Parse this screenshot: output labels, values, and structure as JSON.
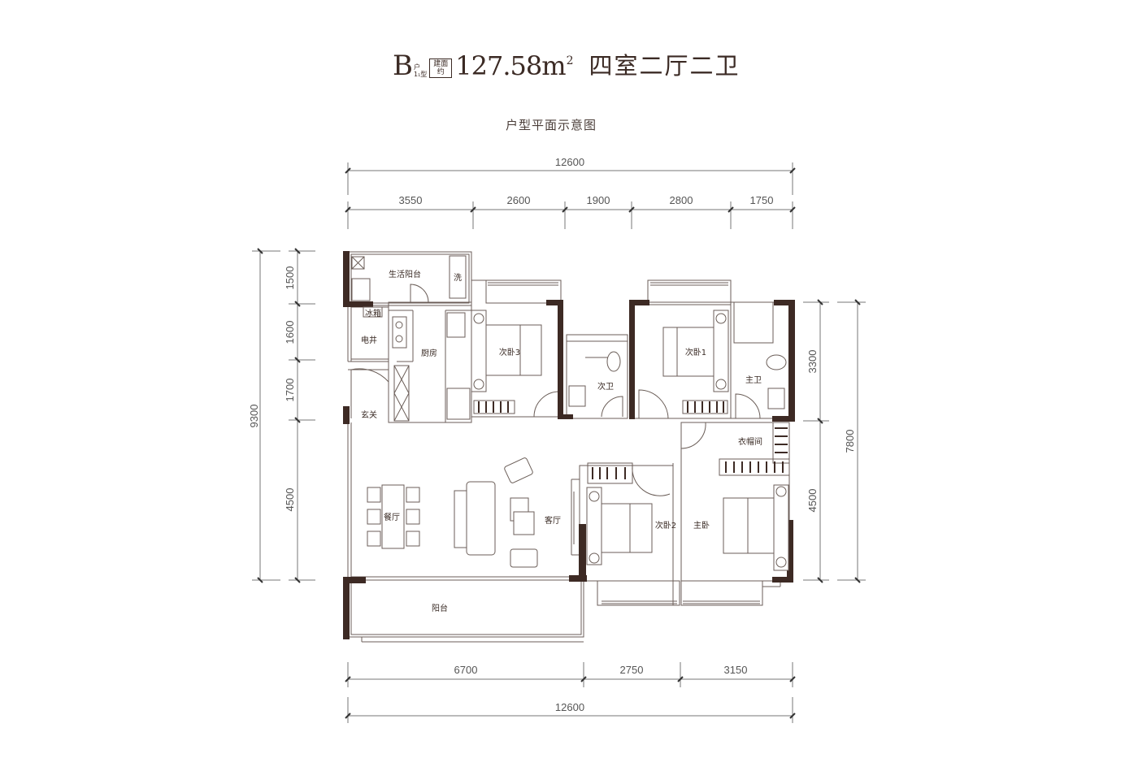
{
  "header": {
    "type_letter": "B",
    "type_sub_top": "户",
    "type_sub_bottom": "1₁型",
    "area_box": "建面约",
    "area_value": "127.58m",
    "area_unit_sup": "2",
    "layout": "四室二厅二卫",
    "subtitle": "户型平面示意图"
  },
  "colors": {
    "wall": "#3d2a24",
    "line": "#6b5e58",
    "dim_line": "#666666",
    "text": "#3b2a24"
  },
  "dimensions": {
    "top_total": "12600",
    "top_segments": [
      "3550",
      "2600",
      "1900",
      "2800",
      "1750"
    ],
    "bottom_segments": [
      "6700",
      "2750",
      "3150"
    ],
    "bottom_total": "12600",
    "left_total": "9300",
    "left_segments": [
      "1500",
      "1600",
      "1700",
      "4500"
    ],
    "right_segments": [
      "3300",
      "4500"
    ],
    "right_total": "7800"
  },
  "rooms": {
    "utility_balcony": "生活阳台",
    "fridge": "冰箱",
    "electric_shaft": "电井",
    "kitchen": "厨房",
    "bedroom3": "次卧3",
    "second_bath": "次卫",
    "bedroom1": "次卧1",
    "master_bath": "主卫",
    "entrance": "玄关",
    "walk_in_closet": "衣帽间",
    "dining": "餐厅",
    "living": "客厅",
    "bedroom2": "次卧2",
    "master_bedroom": "主卧",
    "balcony": "阳台",
    "washer": "洗"
  }
}
